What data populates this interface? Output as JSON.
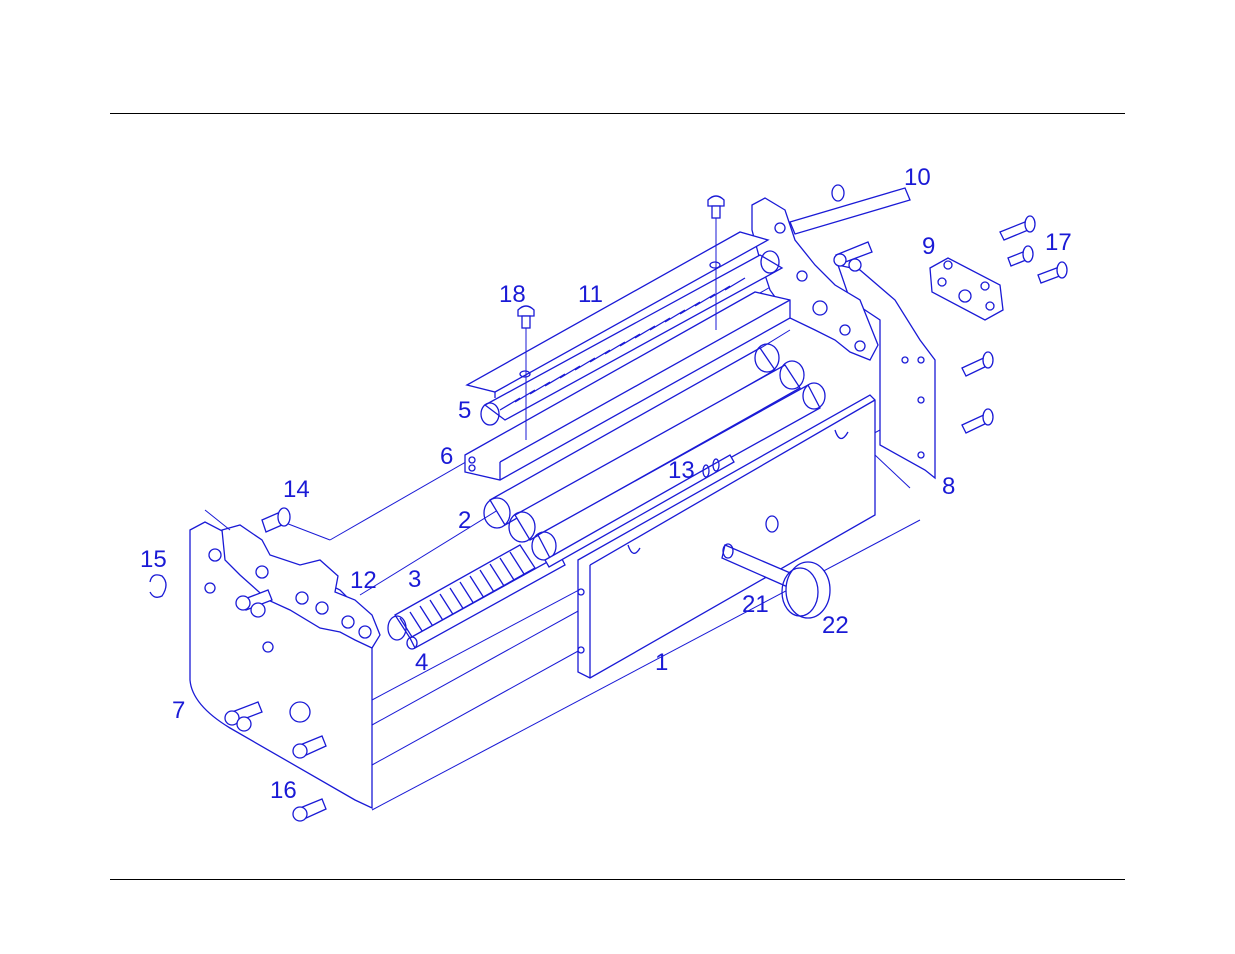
{
  "diagram": {
    "line_color": "#1a1ad6",
    "callouts": [
      {
        "id": "c1",
        "label": "1"
      },
      {
        "id": "c2",
        "label": "2"
      },
      {
        "id": "c3",
        "label": "3"
      },
      {
        "id": "c4",
        "label": "4"
      },
      {
        "id": "c5",
        "label": "5"
      },
      {
        "id": "c6",
        "label": "6"
      },
      {
        "id": "c7",
        "label": "7"
      },
      {
        "id": "c8",
        "label": "8"
      },
      {
        "id": "c9",
        "label": "9"
      },
      {
        "id": "c10",
        "label": "10"
      },
      {
        "id": "c11",
        "label": "11"
      },
      {
        "id": "c12",
        "label": "12"
      },
      {
        "id": "c13",
        "label": "13"
      },
      {
        "id": "c14",
        "label": "14"
      },
      {
        "id": "c15",
        "label": "15"
      },
      {
        "id": "c16",
        "label": "16"
      },
      {
        "id": "c17",
        "label": "17"
      },
      {
        "id": "c18",
        "label": "18"
      },
      {
        "id": "c21",
        "label": "21"
      },
      {
        "id": "c22",
        "label": "22"
      }
    ]
  }
}
